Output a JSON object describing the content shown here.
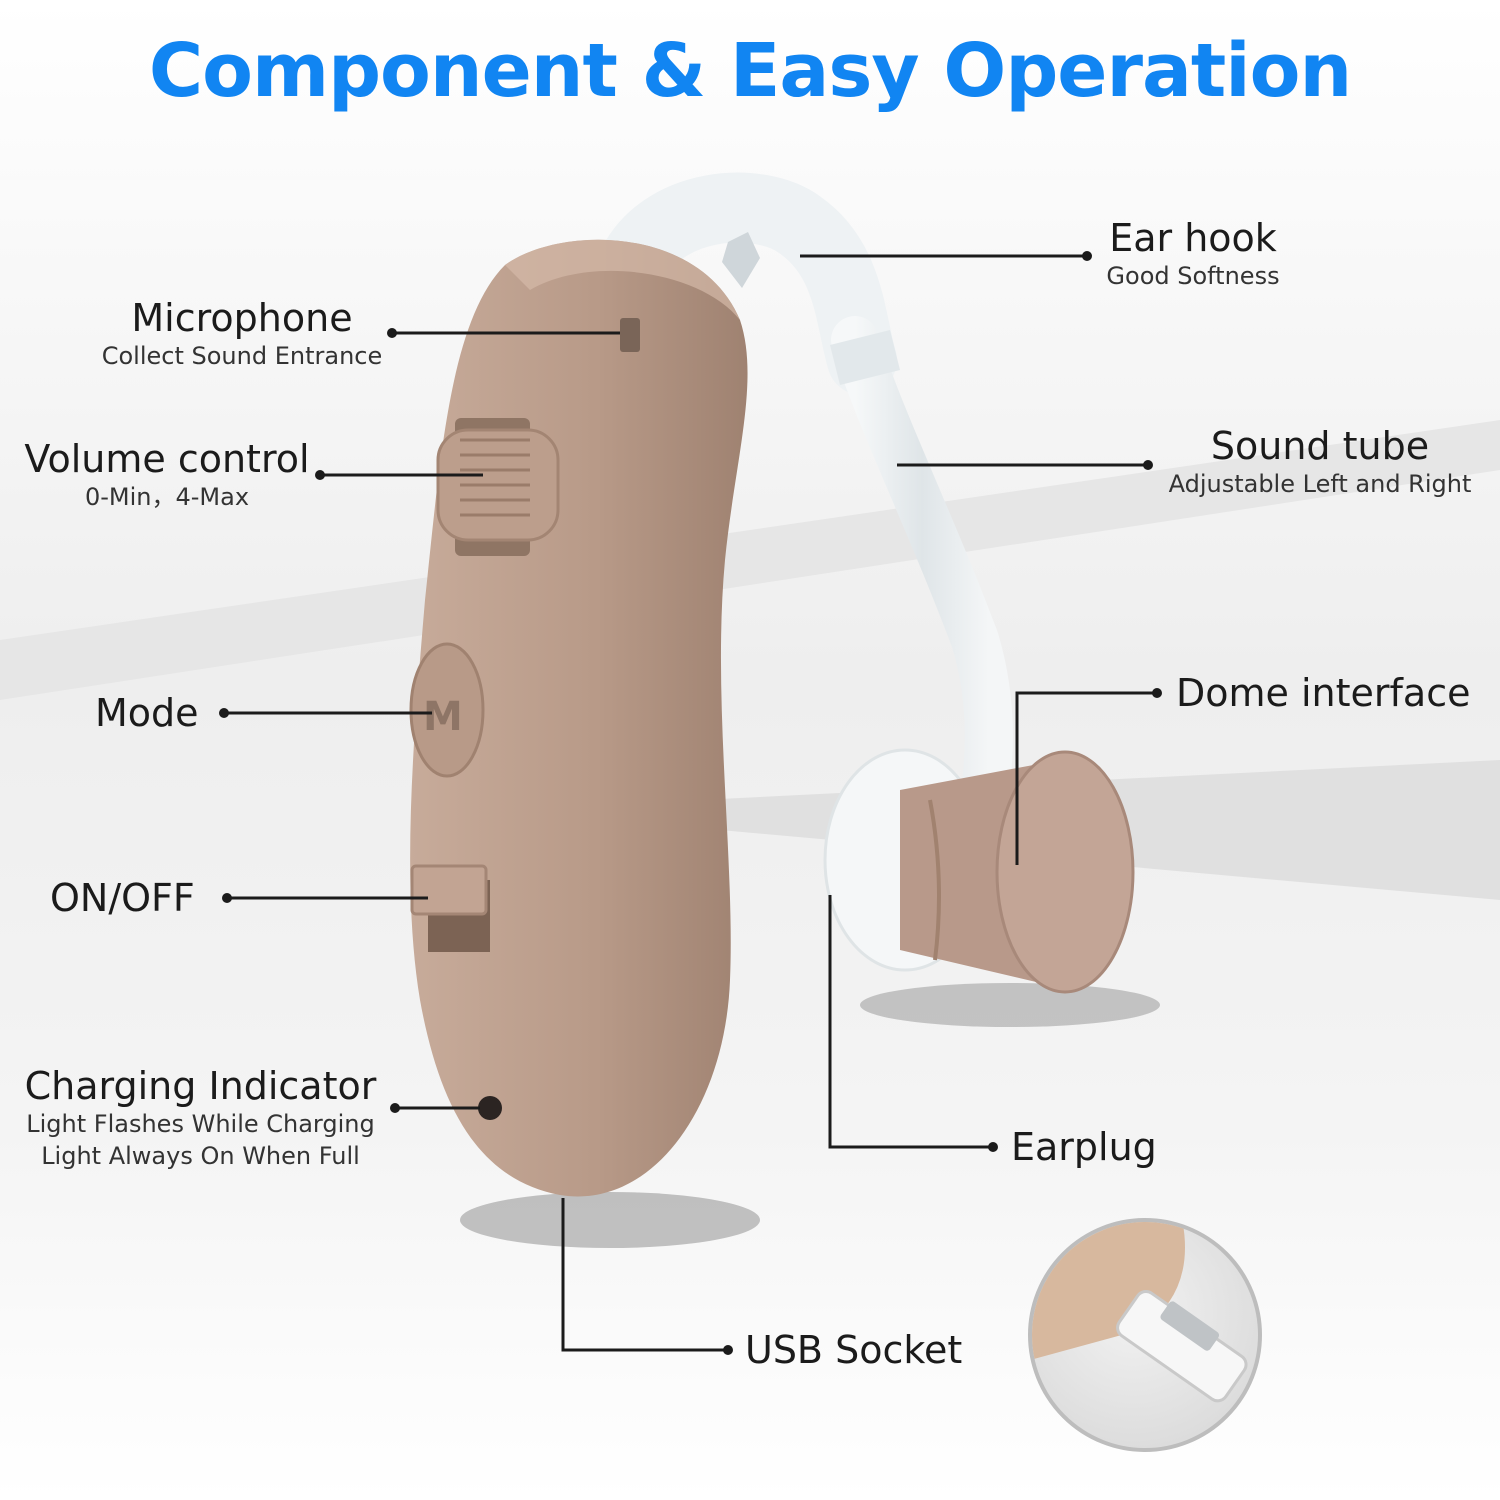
{
  "title": "Component & Easy Operation",
  "colors": {
    "title": "#1185f2",
    "device_body": "#bc9e8d",
    "device_shadow": "#9c7f70",
    "tube": "#e9eef0",
    "line": "#1b1b1b"
  },
  "device": {
    "mode_button_letter": "M"
  },
  "labels": {
    "microphone": {
      "title": "Microphone",
      "subtitle": "Collect Sound Entrance"
    },
    "volume": {
      "title": "Volume control",
      "subtitle": "0-Min，4-Max"
    },
    "mode": {
      "title": "Mode"
    },
    "onoff": {
      "title": "ON/OFF"
    },
    "charging": {
      "title": "Charging Indicator",
      "subtitle_1": "Light Flashes While Charging",
      "subtitle_2": "Light Always On When Full"
    },
    "earhook": {
      "title": "Ear hook",
      "subtitle": "Good Softness"
    },
    "soundtube": {
      "title": "Sound tube",
      "subtitle": "Adjustable Left and Right"
    },
    "dome": {
      "title": "Dome interface"
    },
    "earplug": {
      "title": "Earplug"
    },
    "usb": {
      "title": "USB Socket"
    }
  }
}
